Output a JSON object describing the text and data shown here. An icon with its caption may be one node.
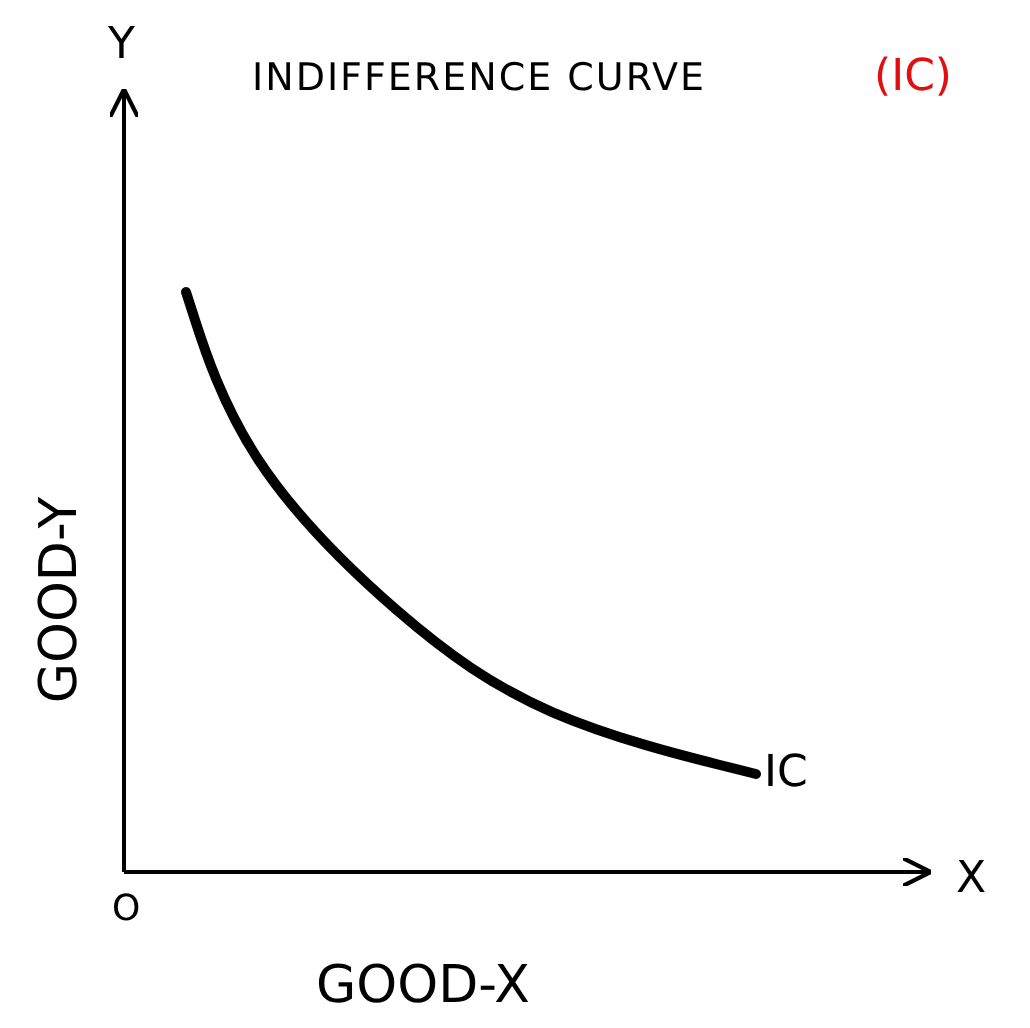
{
  "diagram": {
    "title": "INDIFFERENCE CURVE",
    "labels": [
      "(IC)",
      "Y",
      "X",
      "O",
      "IC",
      "GOOD-X",
      "GOOD-Y"
    ]
  }
}
